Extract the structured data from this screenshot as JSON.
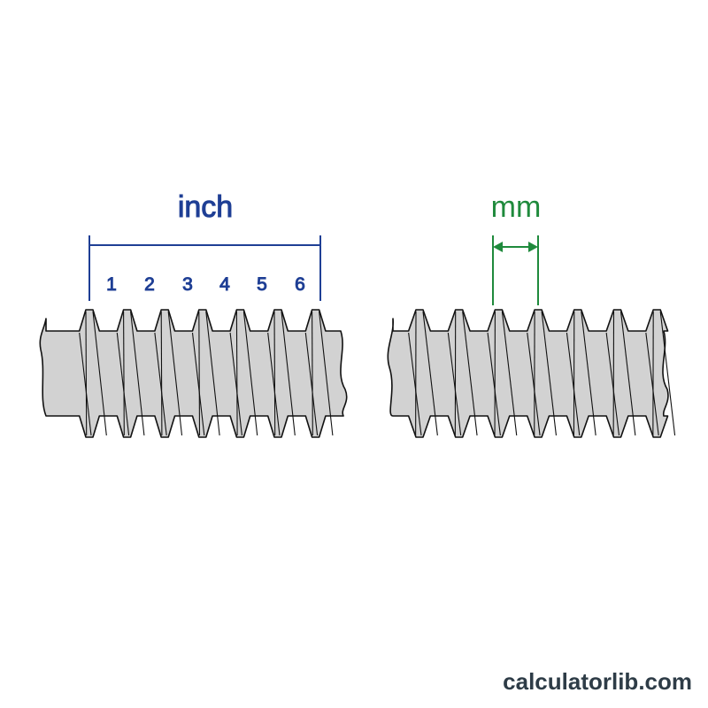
{
  "inch_label": "inch",
  "mm_label": "mm",
  "thread_numbers": [
    "1",
    "2",
    "3",
    "4",
    "5",
    "6"
  ],
  "watermark": "calculatorlib.com",
  "colors": {
    "inch": "#1f3f95",
    "mm": "#1f8a3c",
    "thread_fill": "#d2d2d2",
    "thread_stroke": "#111111",
    "watermark": "#2e3c47"
  }
}
